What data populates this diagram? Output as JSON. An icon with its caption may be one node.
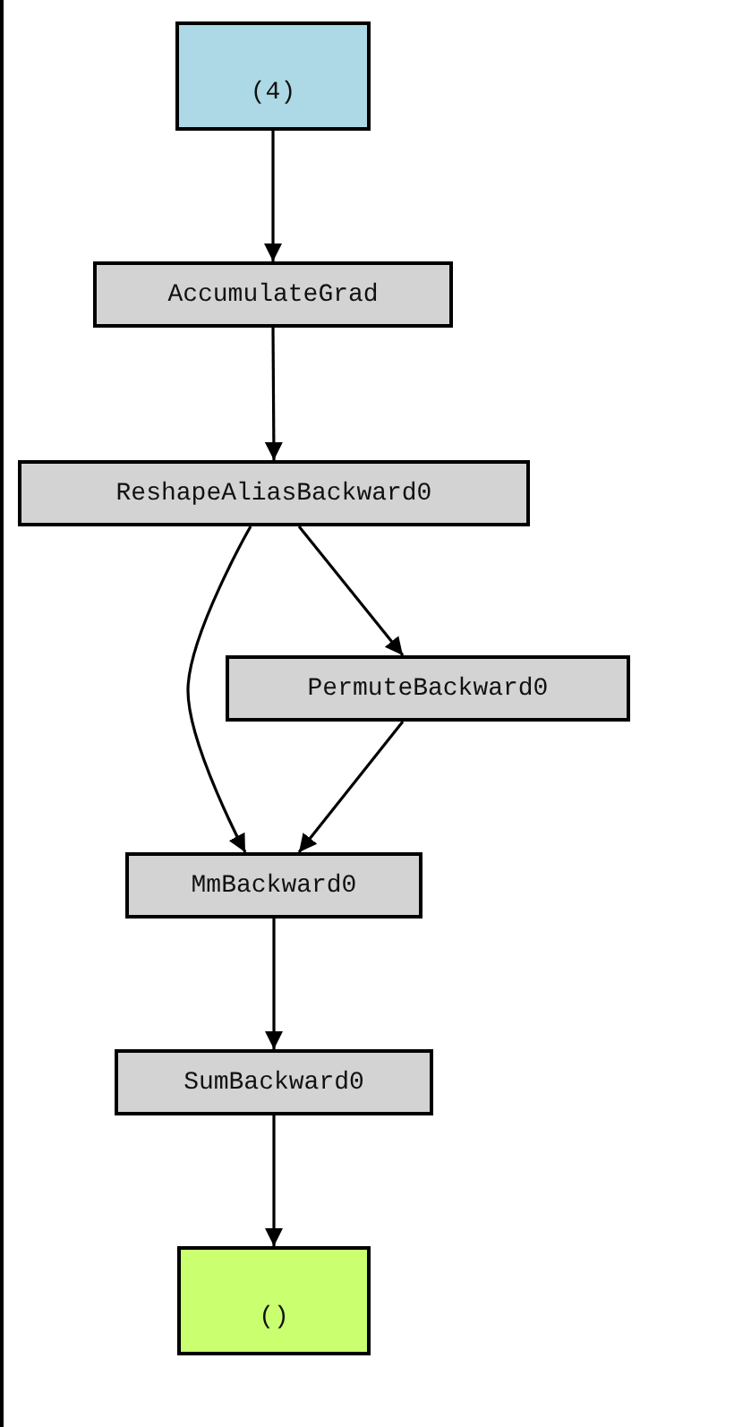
{
  "diagram": {
    "nodes": [
      {
        "text": [
          "(4)"
        ]
      },
      {
        "text": [
          "AccumulateGrad"
        ]
      },
      {
        "text": [
          "ReshapeAliasBackward0"
        ]
      },
      {
        "text": [
          "PermuteBackward0"
        ]
      },
      {
        "text": [
          "MmBackward0"
        ]
      },
      {
        "text": [
          "SumBackward0"
        ]
      },
      {
        "text": [
          "()"
        ]
      }
    ],
    "edges": [
      {
        "from": 0,
        "to": 1,
        "arrow": "to"
      },
      {
        "from": 1,
        "to": 2,
        "arrow": "to"
      },
      {
        "from": 2,
        "to": 4,
        "arrow": "to"
      },
      {
        "from": 2,
        "to": 3,
        "arrow": "to"
      },
      {
        "from": 3,
        "to": 4,
        "arrow": "to"
      },
      {
        "from": 4,
        "to": 5,
        "arrow": "to"
      },
      {
        "from": 5,
        "to": 6,
        "arrow": "to"
      }
    ]
  }
}
